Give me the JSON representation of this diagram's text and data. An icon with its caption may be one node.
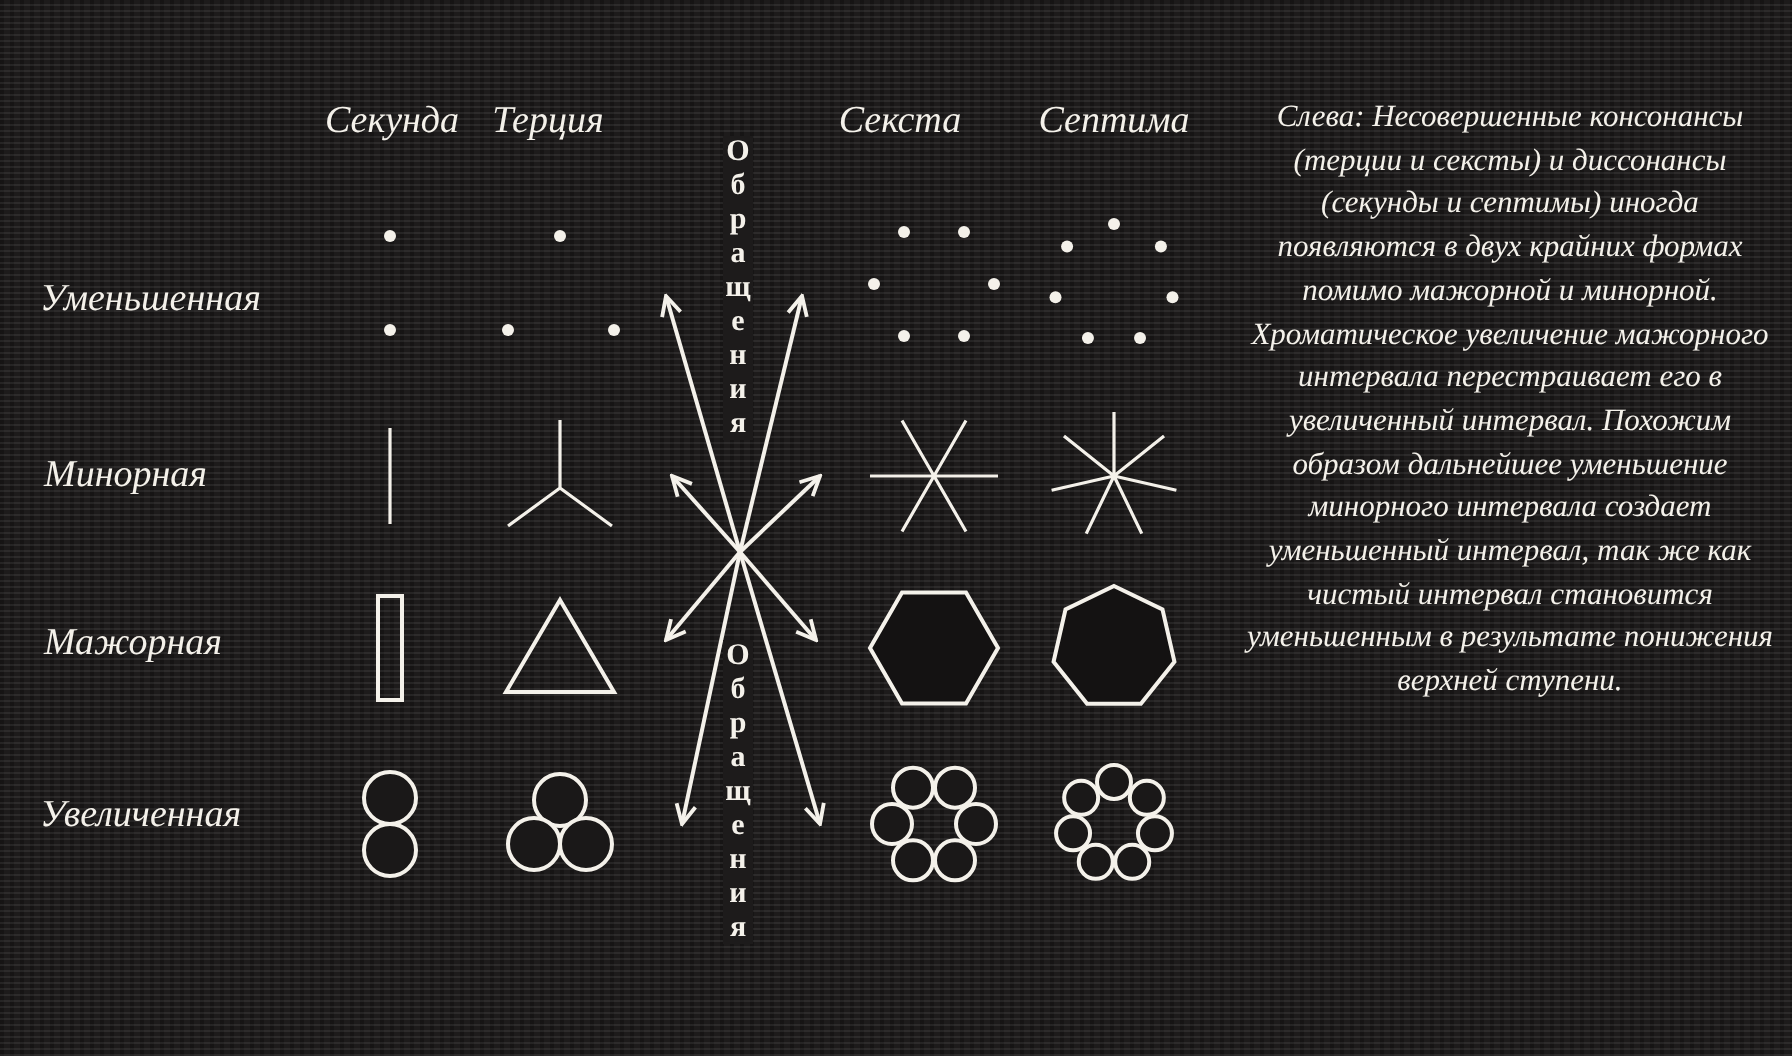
{
  "diagram": {
    "labels": [
      "Секунда",
      "Терция",
      "Секста",
      "Септима",
      "Уменьшенная",
      "Минорная",
      "Мажорная",
      "Увеличенная",
      "Обращения",
      "Обращения",
      "Слева: Несовершенные консонансы (терции и сексты) и диссонансы (секунды и септимы) иногда появляются в двух крайних формах помимо мажорной и минорной. Хроматическое увеличение мажорного интервала перестраивает его в увеличенный интервал. Похожим образом дальнейшее уменьшение минорного интервала создает уменьшенный интервал, так же как чистый интервал становится уменьшенным в результате понижения верхней ступени."
    ]
  }
}
